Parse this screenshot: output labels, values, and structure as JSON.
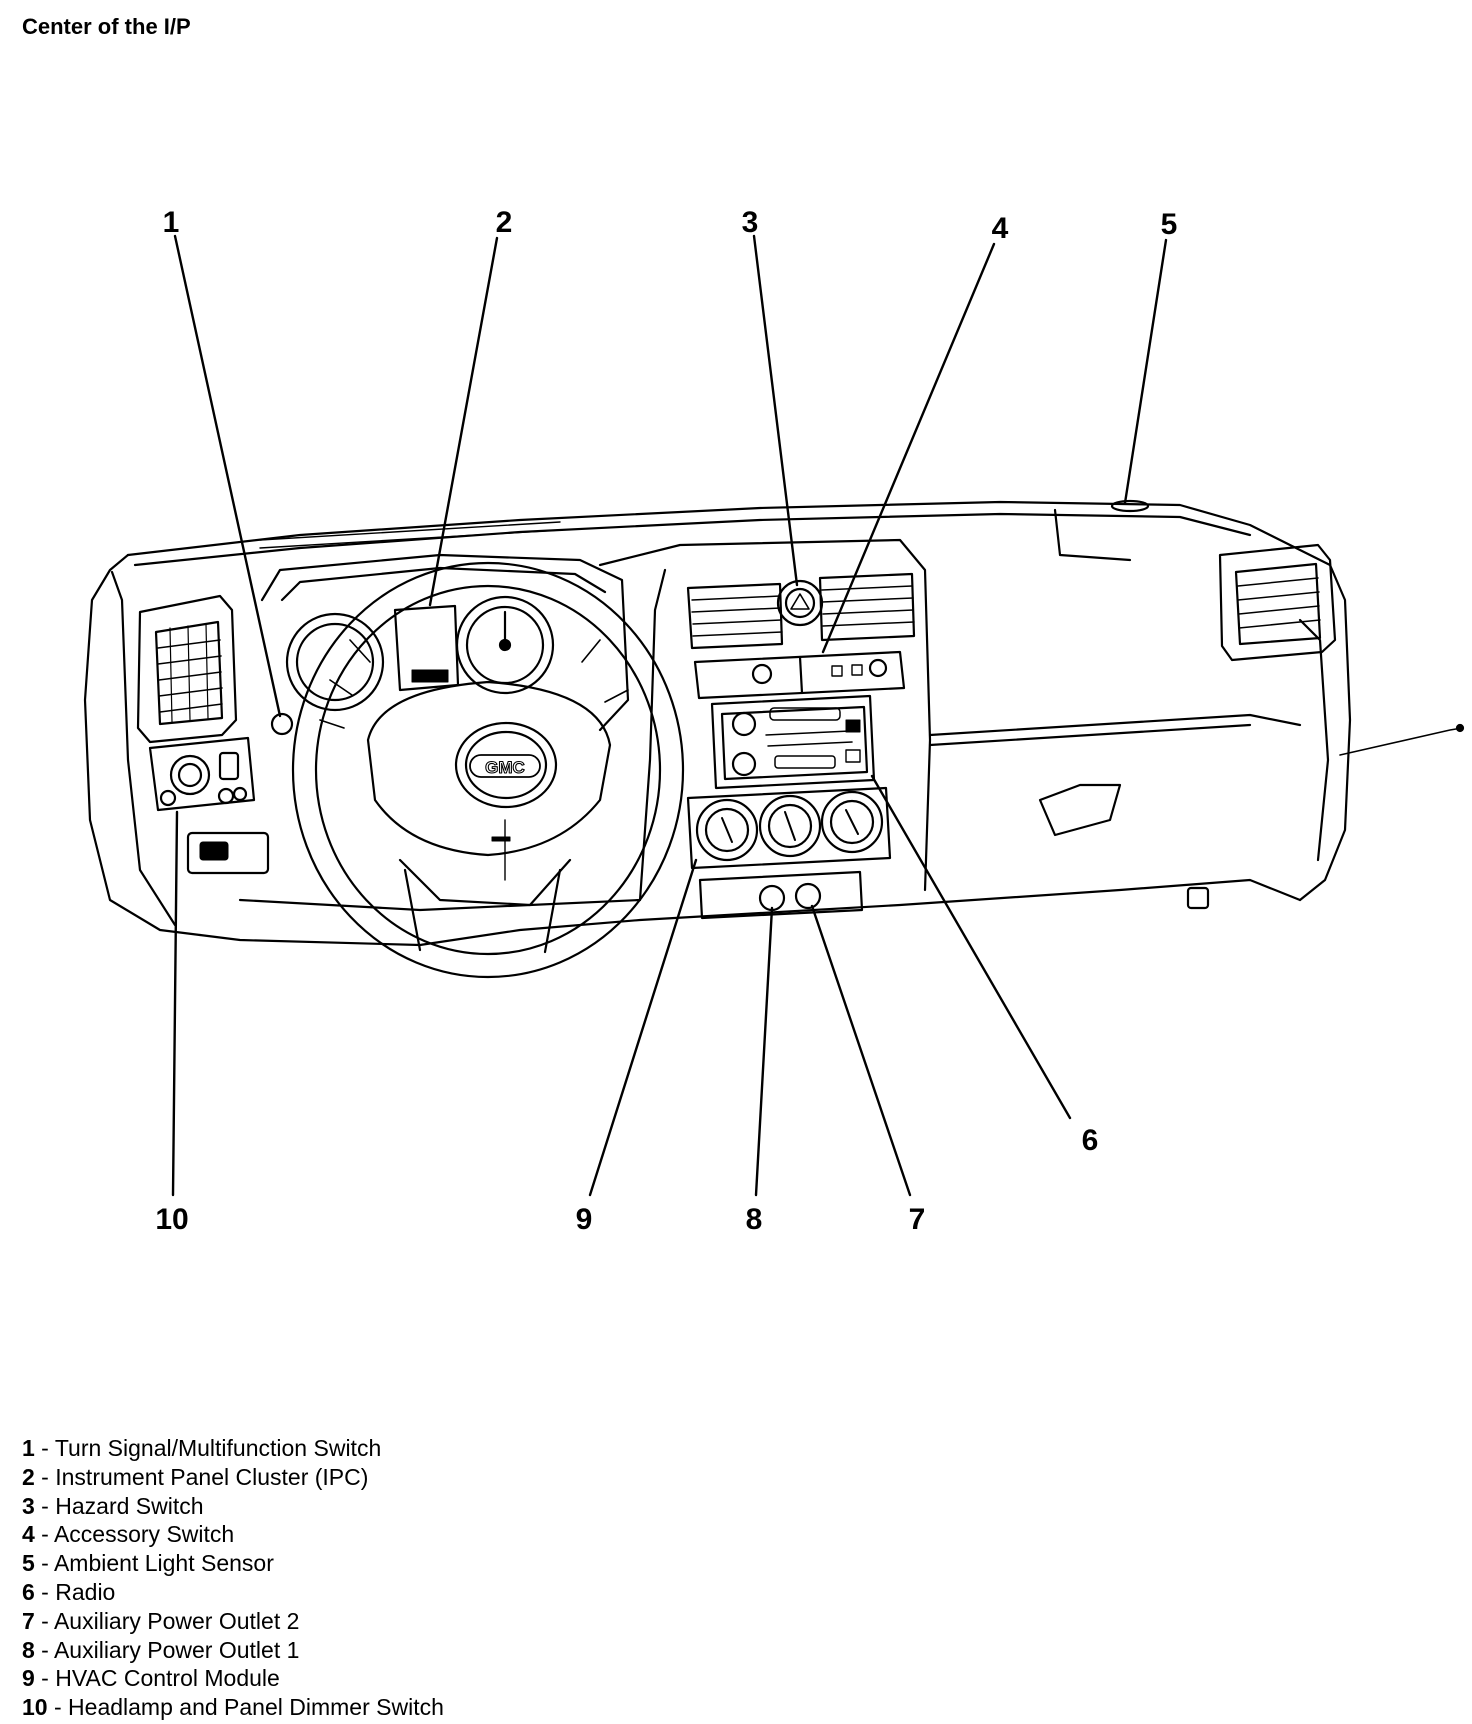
{
  "title": "Center of the I/P",
  "vehicle_logo": "GMC",
  "callouts": [
    {
      "number": "1"
    },
    {
      "number": "2"
    },
    {
      "number": "3"
    },
    {
      "number": "4"
    },
    {
      "number": "5"
    },
    {
      "number": "6"
    },
    {
      "number": "7"
    },
    {
      "number": "8"
    },
    {
      "number": "9"
    },
    {
      "number": "10"
    }
  ],
  "legend": [
    {
      "number": "1",
      "separator": " - ",
      "label": "Turn Signal/Multifunction Switch"
    },
    {
      "number": "2",
      "separator": " - ",
      "label": "Instrument Panel Cluster (IPC)"
    },
    {
      "number": "3",
      "separator": " - ",
      "label": "Hazard Switch"
    },
    {
      "number": "4",
      "separator": " - ",
      "label": "Accessory Switch"
    },
    {
      "number": "5",
      "separator": " - ",
      "label": "Ambient Light Sensor"
    },
    {
      "number": "6",
      "separator": " - ",
      "label": "Radio"
    },
    {
      "number": "7",
      "separator": " - ",
      "label": "Auxiliary Power Outlet 2"
    },
    {
      "number": "8",
      "separator": " - ",
      "label": "Auxiliary Power Outlet 1"
    },
    {
      "number": "9",
      "separator": " - ",
      "label": "HVAC Control Module"
    },
    {
      "number": "10",
      "separator": " - ",
      "label": "Headlamp and Panel Dimmer Switch"
    }
  ]
}
